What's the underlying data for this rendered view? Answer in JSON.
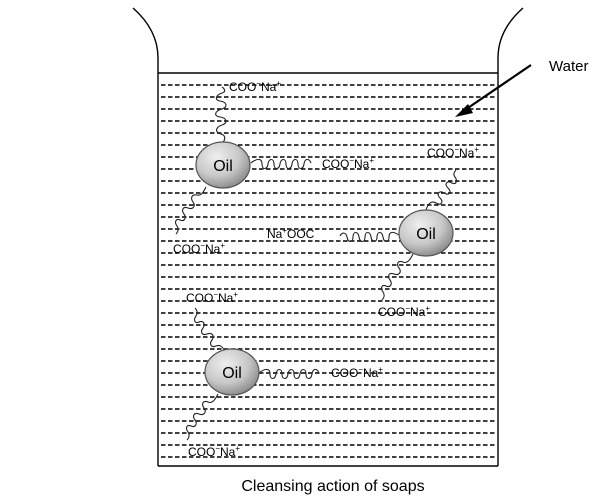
{
  "title": "Cleansing action of soaps",
  "water_label": "Water",
  "oil_label": "Oil",
  "ion_labels": {
    "carboxylate": "COO",
    "minus": "−",
    "sodium": "Na",
    "plus": "+",
    "sodium_first": "Na",
    "reverse_group": "OOC"
  },
  "colors": {
    "oil_fill": "#c8c8c8",
    "oil_stroke": "#555555",
    "water_lines": "#000000",
    "beaker": "#000000"
  }
}
